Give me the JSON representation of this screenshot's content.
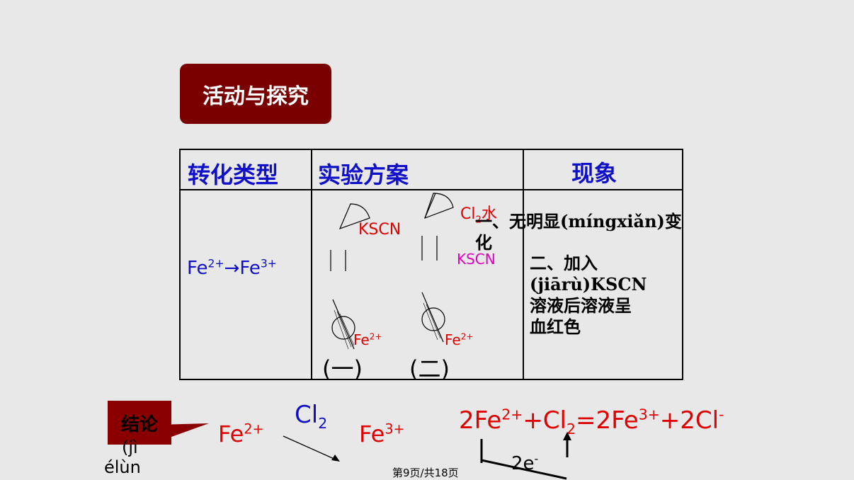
{
  "badge": {
    "label": "活动与探究"
  },
  "table": {
    "headers": [
      "转化类型",
      "实验方案",
      "现象"
    ],
    "conversion": {
      "from": "Fe",
      "from_charge": "2+",
      "arrow": "→",
      "to": "Fe",
      "to_charge": "3+"
    },
    "experiment": {
      "reagent_kscn_1": "KSCN",
      "reagent_cl2": "Cl",
      "reagent_cl2_sub": "2",
      "reagent_cl2_suffix": "水",
      "reagent_kscn_2": "KSCN",
      "ion_1": "Fe",
      "ion_1_charge": "2+",
      "ion_2": "Fe",
      "ion_2_charge": "2+",
      "label_1": "(一)",
      "label_2": "(二)"
    },
    "observations": {
      "item_1": "一、无明显(míngxiǎn)变化",
      "item_2_line_1": "二、加入",
      "item_2_line_2": "(jiārù)KSCN",
      "item_2_line_3": "溶液后溶液呈",
      "item_2_line_4": "血红色"
    }
  },
  "conclusion": {
    "label": "结论",
    "pinyin_1": "(jì",
    "pinyin_2": "élùn",
    "reactant": "Fe",
    "reactant_charge": "2+",
    "oxidant": "Cl",
    "oxidant_sub": "2",
    "product": "Fe",
    "product_charge": "3+",
    "equation": {
      "part1": "2Fe",
      "c1": "2+",
      "part2": "+Cl",
      "s1": "2",
      "part3": "=2Fe",
      "c2": "3+",
      "part4": "+2Cl",
      "c3": "-"
    },
    "electron": "2e",
    "electron_charge": "-"
  },
  "footer": {
    "page": "第9页/共18页"
  }
}
